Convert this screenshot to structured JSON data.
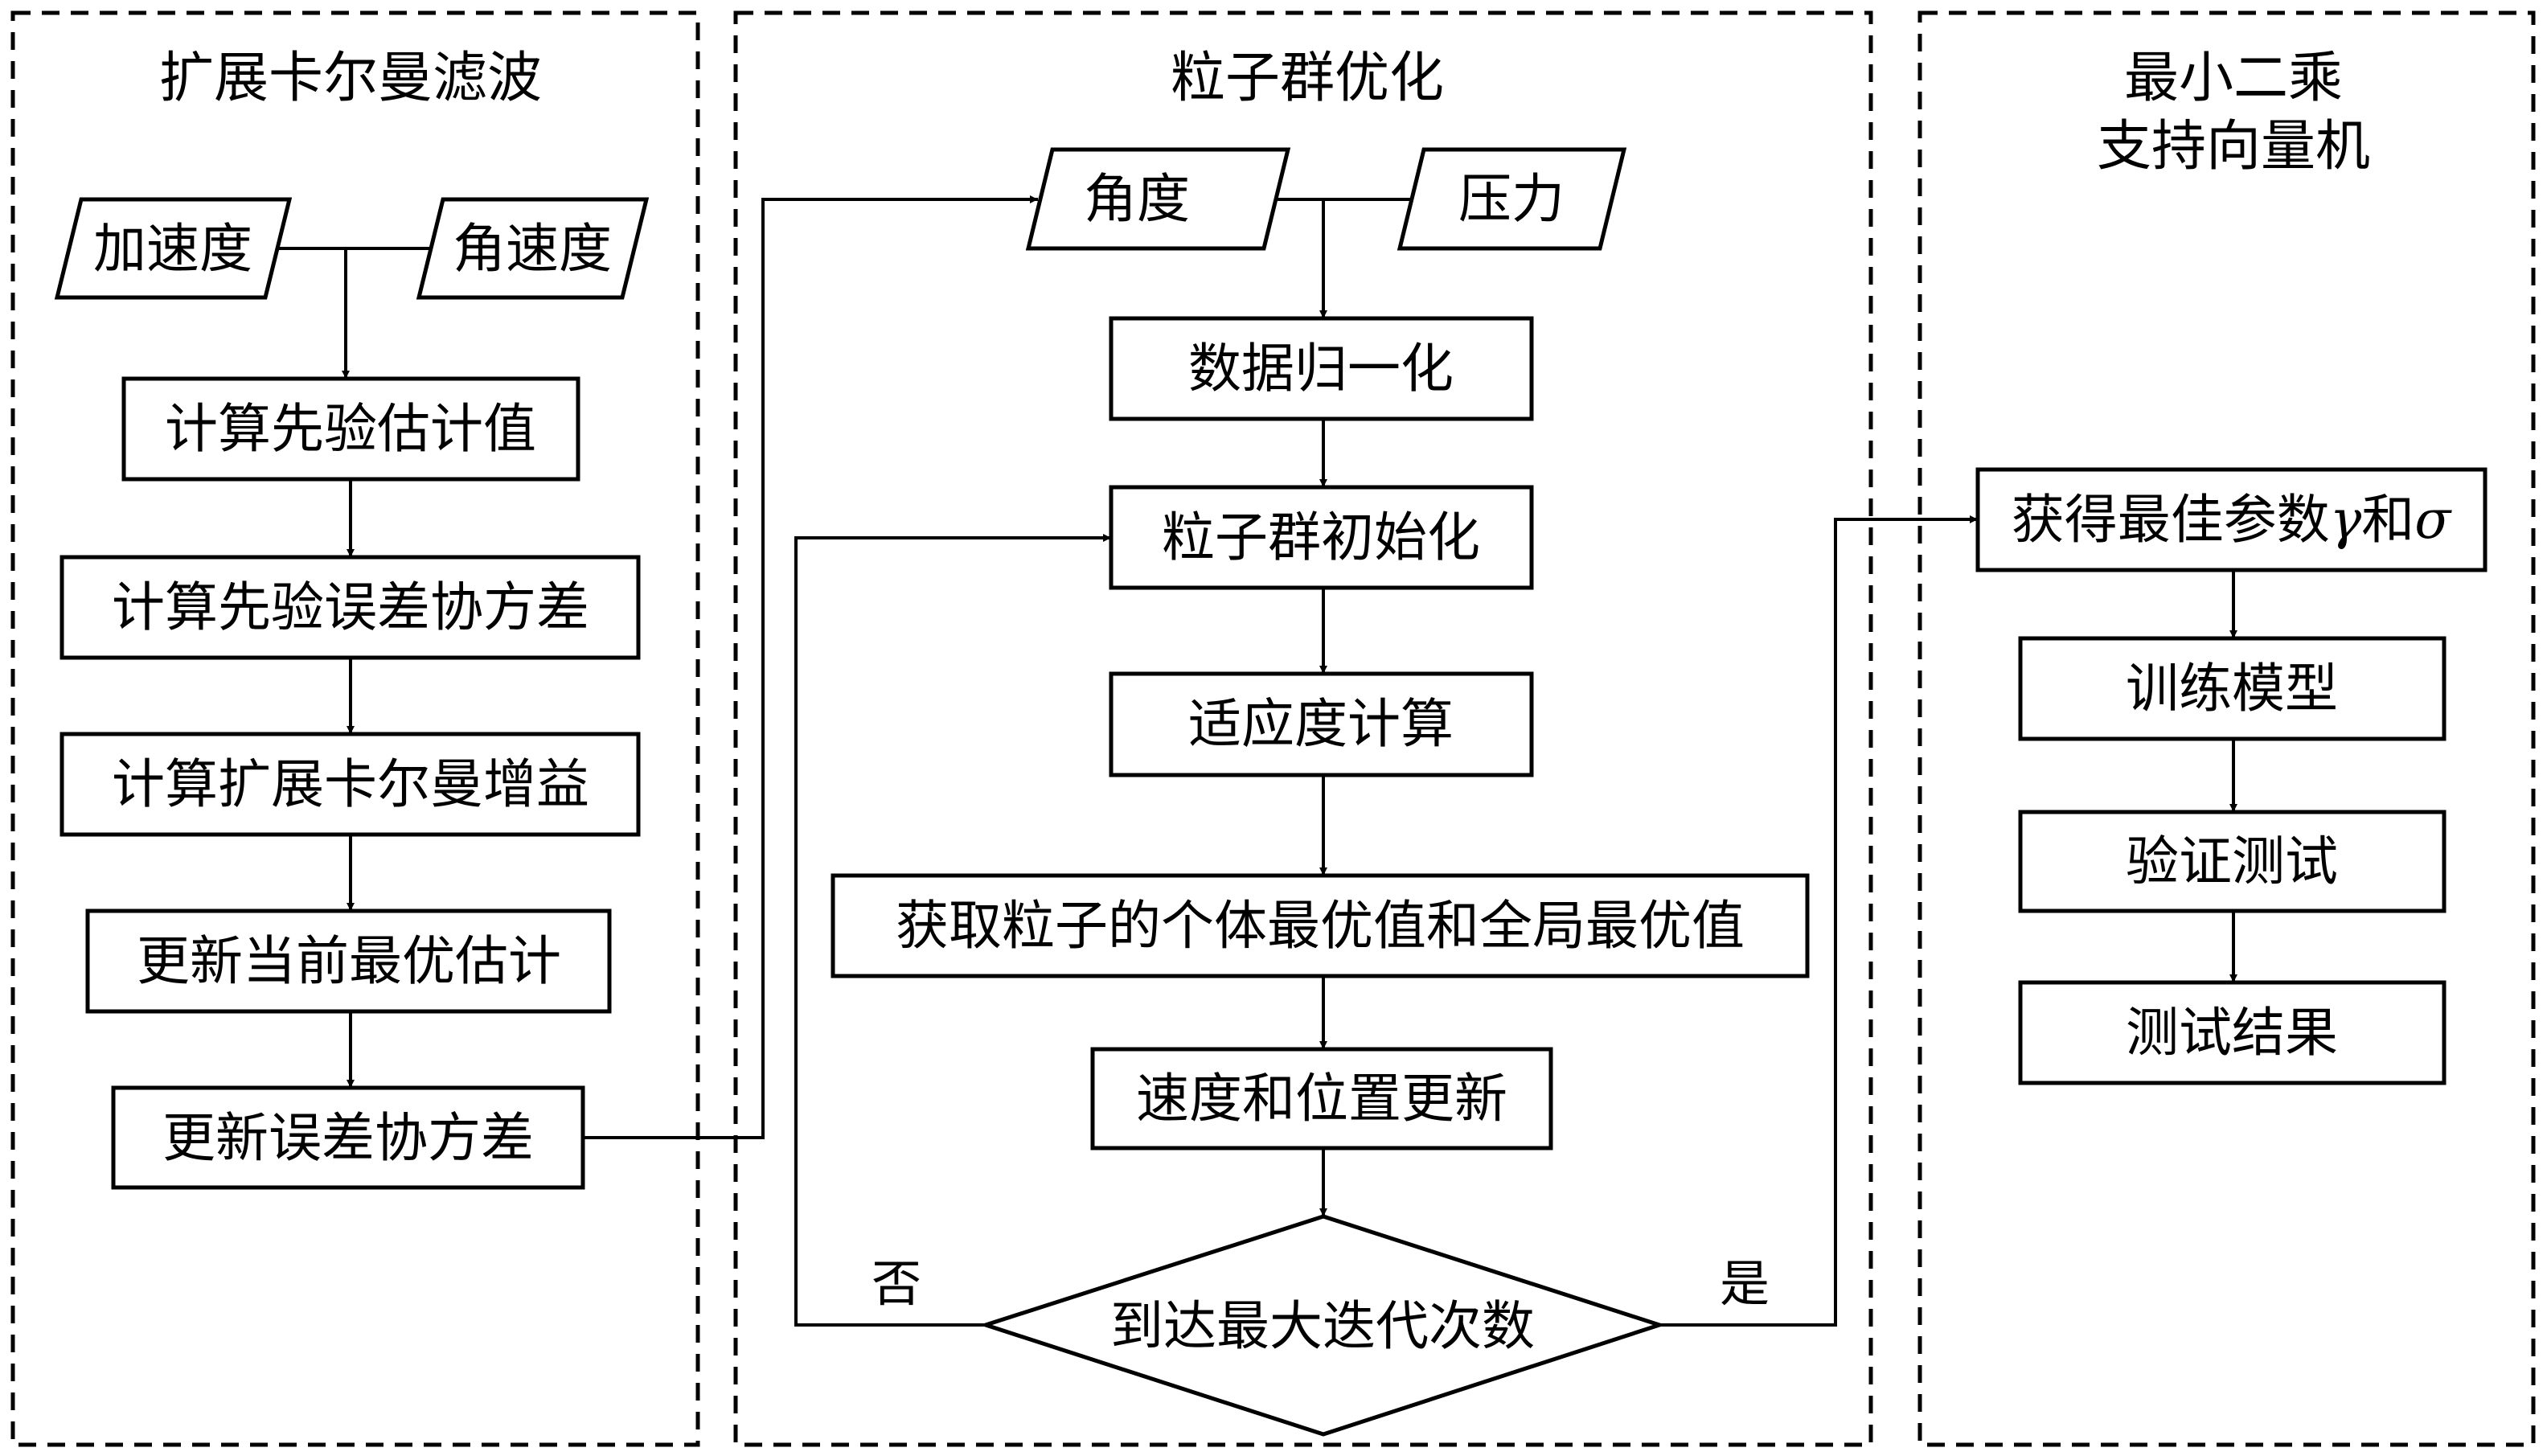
{
  "panels": {
    "ekf": {
      "title": "扩展卡尔曼滤波",
      "inputs": [
        "加速度",
        "角速度"
      ],
      "steps": [
        "计算先验估计值",
        "计算先验误差协方差",
        "计算扩展卡尔曼增益",
        "更新当前最优估计",
        "更新误差协方差"
      ]
    },
    "pso": {
      "title": "粒子群优化",
      "inputs": [
        "角度",
        "压力"
      ],
      "steps": [
        "数据归一化",
        "粒子群初始化",
        "适应度计算",
        "获取粒子的个体最优值和全局最优值",
        "速度和位置更新"
      ],
      "decision": "到达最大迭代次数",
      "no_label": "否",
      "yes_label": "是"
    },
    "lssvm": {
      "title_line1": "最小二乘",
      "title_line2": "支持向量机",
      "best_params": {
        "prefix": "获得最佳参数",
        "gamma": "γ",
        "and": "和",
        "sigma": "σ"
      },
      "steps": [
        "训练模型",
        "验证测试",
        "测试结果"
      ]
    }
  }
}
